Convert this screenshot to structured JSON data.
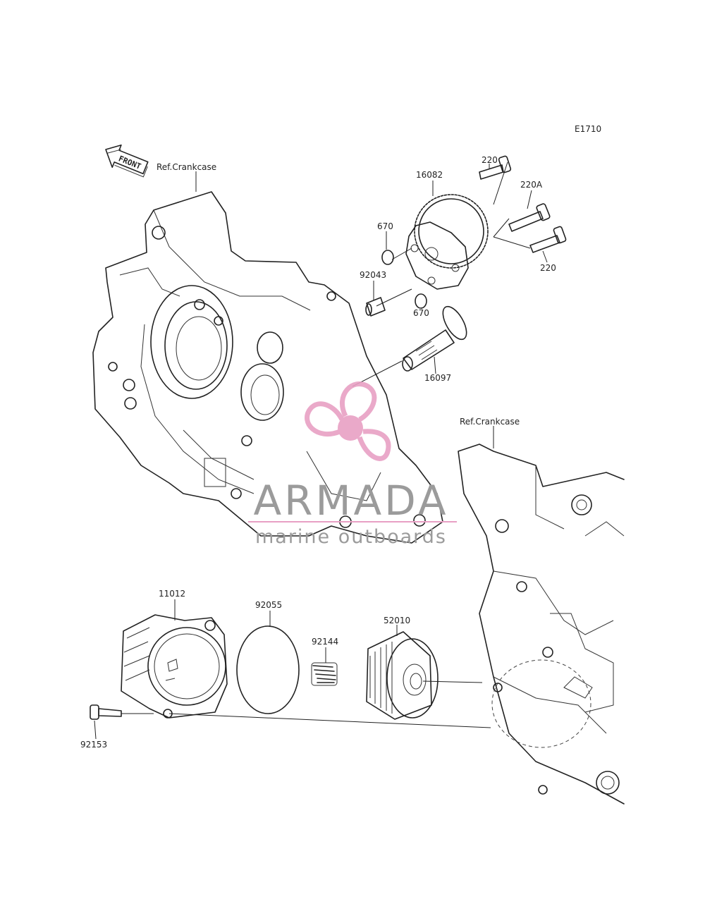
{
  "diagram_code": "E1710",
  "front_marker": "FRONT",
  "ref_labels": {
    "crankcase_left": "Ref.Crankcase",
    "crankcase_right": "Ref.Crankcase"
  },
  "parts": {
    "p220_top": "220",
    "p220a": "220A",
    "p220_bottom": "220",
    "p16082": "16082",
    "p670_top": "670",
    "p92043": "92043",
    "p670_bottom": "670",
    "p16097": "16097",
    "p11012": "11012",
    "p92055": "92055",
    "p92144": "92144",
    "p52010": "52010",
    "p92153": "92153"
  },
  "watermark": {
    "brand": "ARMADA",
    "tagline": "marine outboards",
    "accent_color": "#e8a0c4"
  }
}
